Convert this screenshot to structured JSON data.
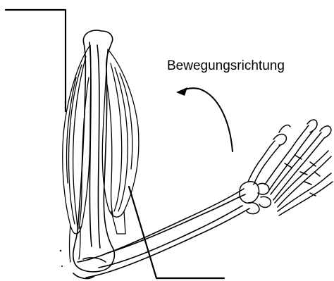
{
  "diagram": {
    "direction_label": "Bewegungsrichtung",
    "colors": {
      "background": "#ffffff",
      "ink": "#000000"
    },
    "icons": {
      "arm": "arm-skeleton-with-muscles",
      "arrow": "curved-arrow"
    }
  }
}
